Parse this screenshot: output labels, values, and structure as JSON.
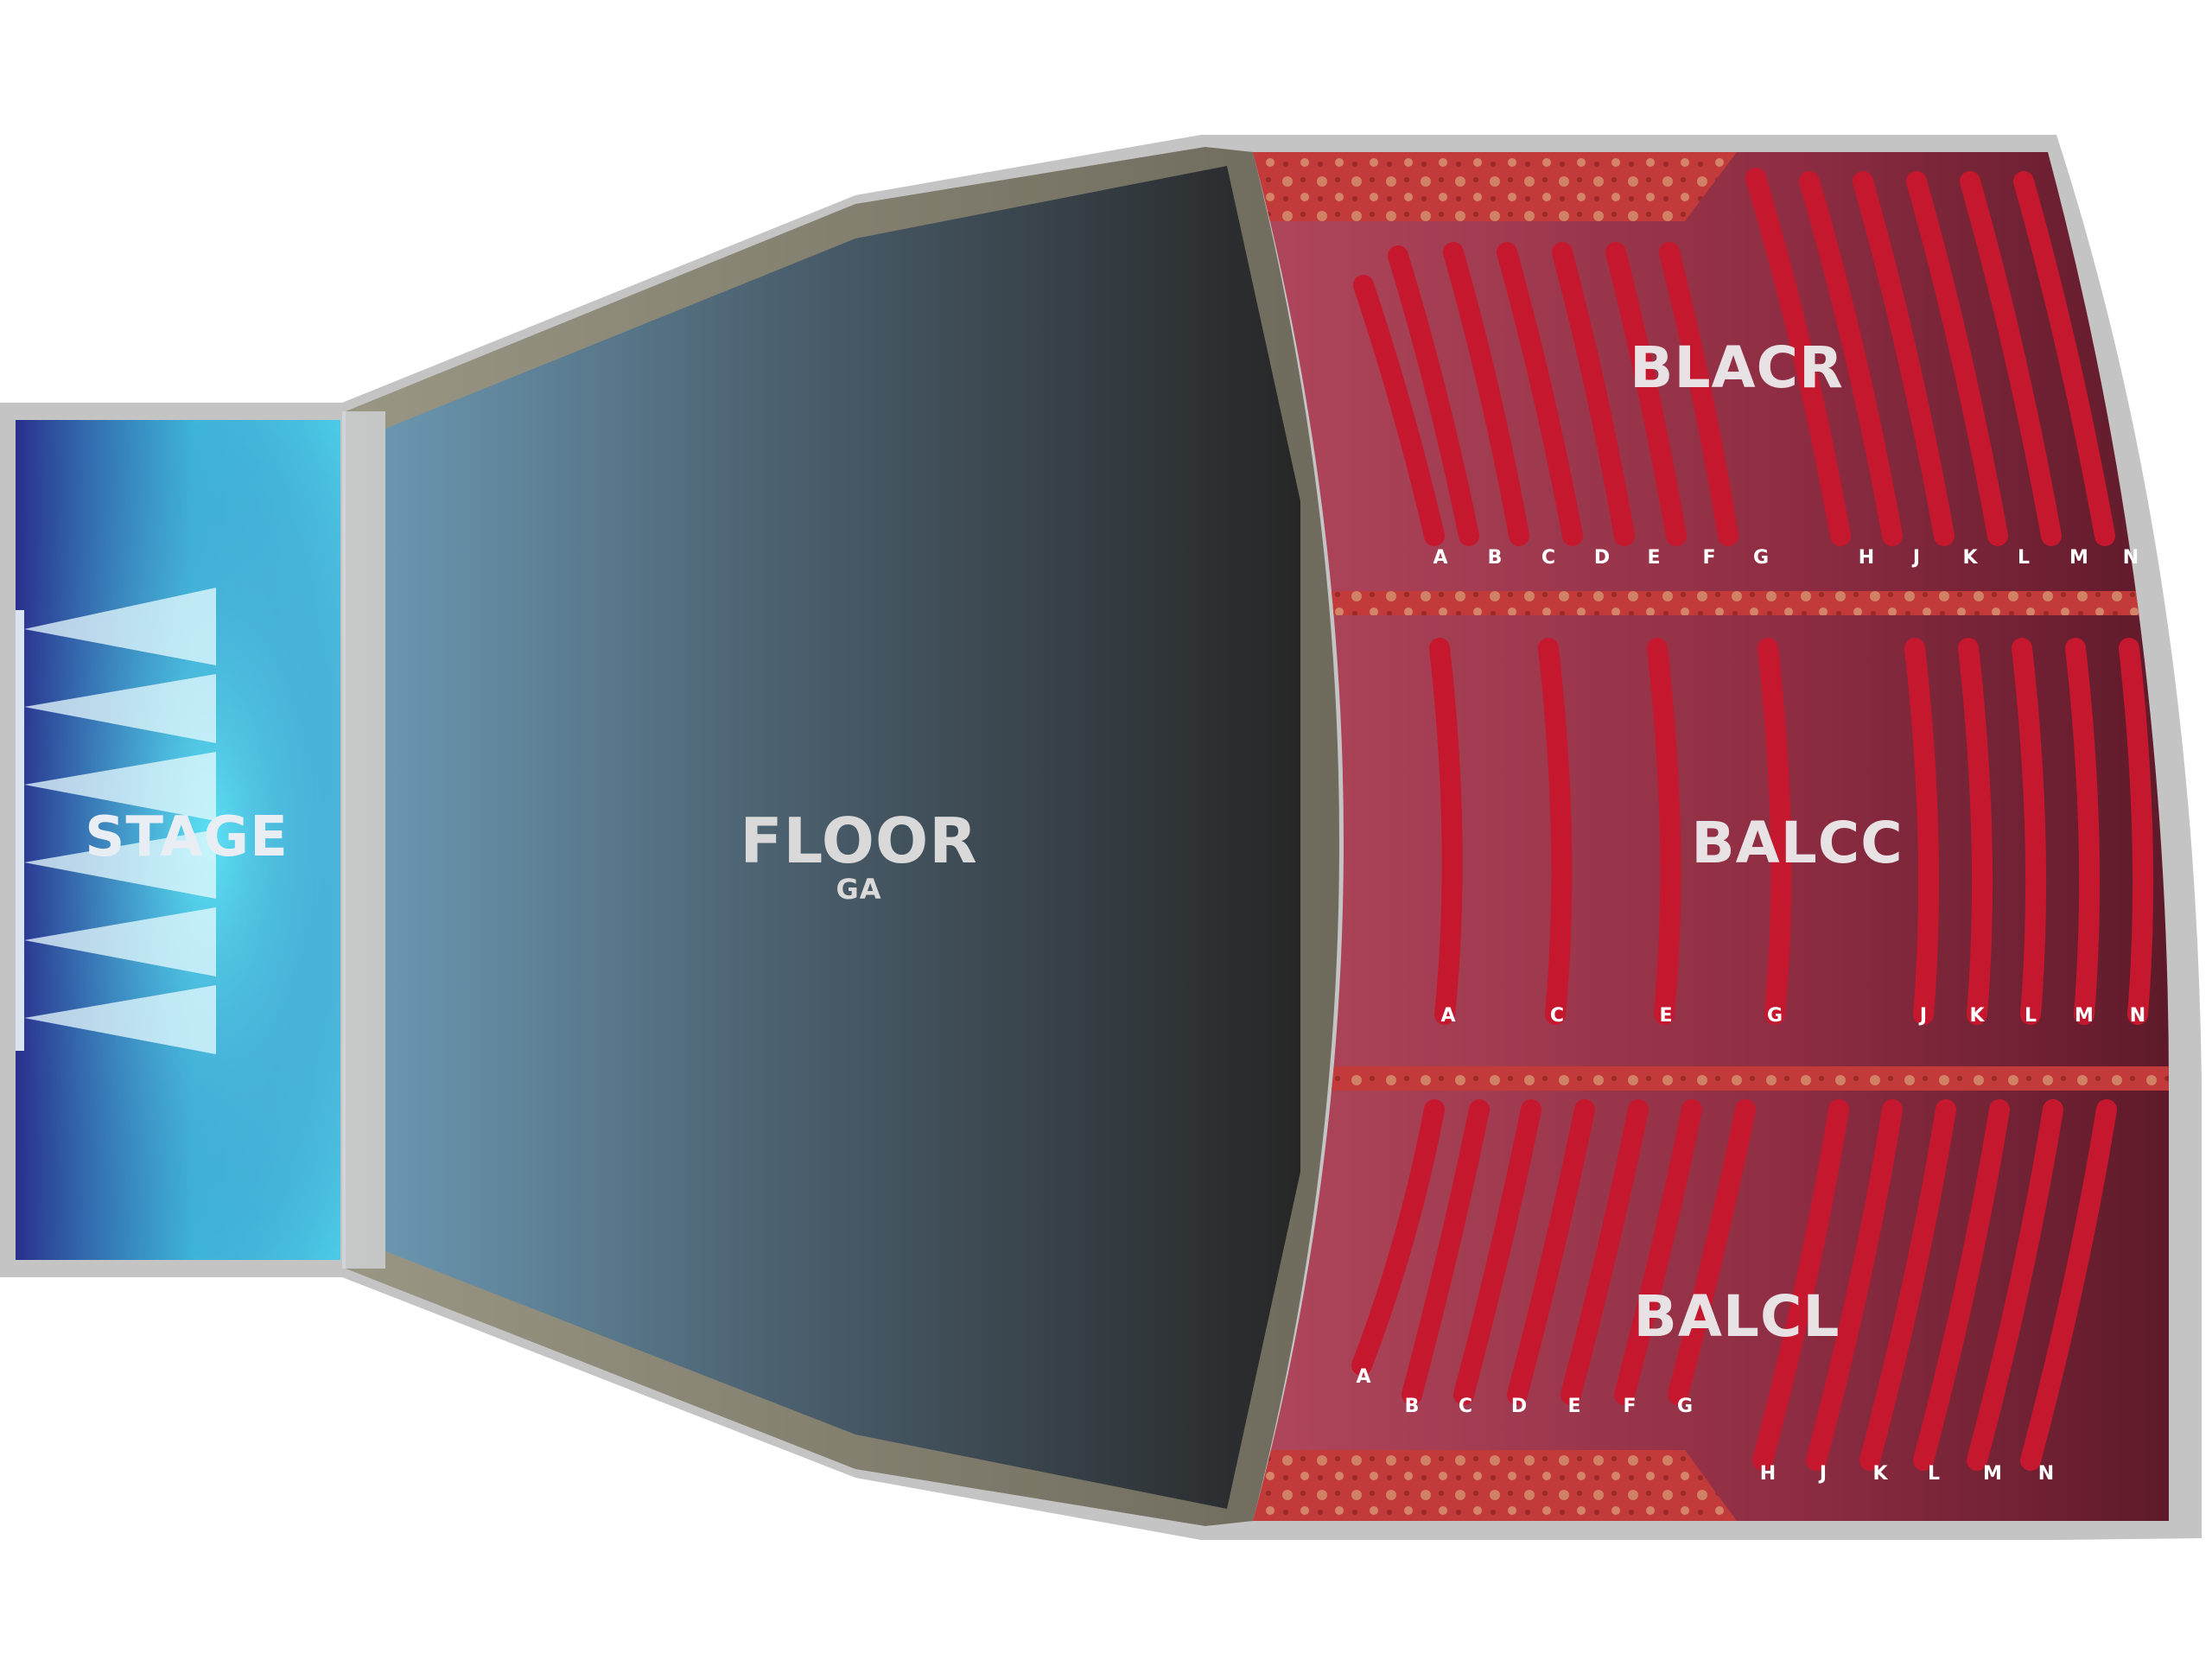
{
  "sections": {
    "stage": {
      "label": "STAGE"
    },
    "floor": {
      "label": "FLOOR",
      "sublabel": "GA"
    },
    "blacr": {
      "label": "BLACR",
      "rows": [
        "A",
        "B",
        "C",
        "D",
        "E",
        "F",
        "G",
        "H",
        "J",
        "K",
        "L",
        "M",
        "N"
      ]
    },
    "balcc": {
      "label": "BALCC",
      "rows": [
        "A",
        "C",
        "E",
        "G",
        "J",
        "K",
        "L",
        "M",
        "N"
      ]
    },
    "balcl": {
      "label": "BALCL",
      "rows": [
        "A",
        "B",
        "C",
        "D",
        "E",
        "F",
        "G",
        "H",
        "J",
        "K",
        "L",
        "M",
        "N"
      ]
    }
  },
  "colors": {
    "outline": "#c4c4c4",
    "stage_light": "#3fd0e8",
    "stage_dark": "#2a2f8c",
    "floor_light": "#5a7e94",
    "floor_dark": "#2e2e2e",
    "balcony_base": "#8a2a3e",
    "seat_row": "#c5182e",
    "carpet": "#c23a3a"
  }
}
